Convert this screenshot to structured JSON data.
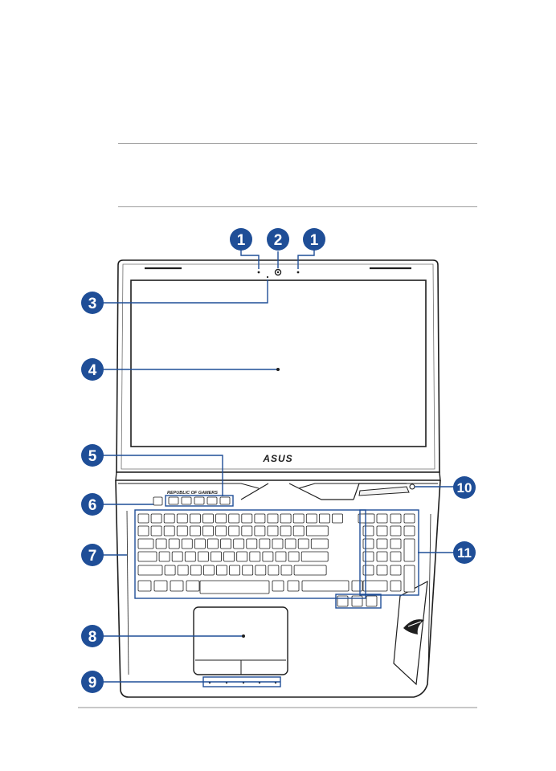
{
  "page": {
    "colors": {
      "callout_fill": "#1f4e97",
      "callout_line": "#1f4e97",
      "laptop_outline": "#1e1e1e",
      "screen_fill": "#ffffff",
      "rule_color": "#9e9e9e"
    }
  },
  "laptop": {
    "brand_logo": "ASUS",
    "keyboard_brand_text": "REPUBLIC OF GAMERS",
    "rog_emblem": "rog-eye-logo"
  },
  "callouts": [
    {
      "id": "callout-1-left",
      "number": "1"
    },
    {
      "id": "callout-2",
      "number": "2"
    },
    {
      "id": "callout-1-right",
      "number": "1"
    },
    {
      "id": "callout-3",
      "number": "3"
    },
    {
      "id": "callout-4",
      "number": "4"
    },
    {
      "id": "callout-5",
      "number": "5"
    },
    {
      "id": "callout-6",
      "number": "6"
    },
    {
      "id": "callout-7",
      "number": "7"
    },
    {
      "id": "callout-8",
      "number": "8"
    },
    {
      "id": "callout-9",
      "number": "9"
    },
    {
      "id": "callout-10",
      "number": "10"
    },
    {
      "id": "callout-11",
      "number": "11"
    }
  ]
}
